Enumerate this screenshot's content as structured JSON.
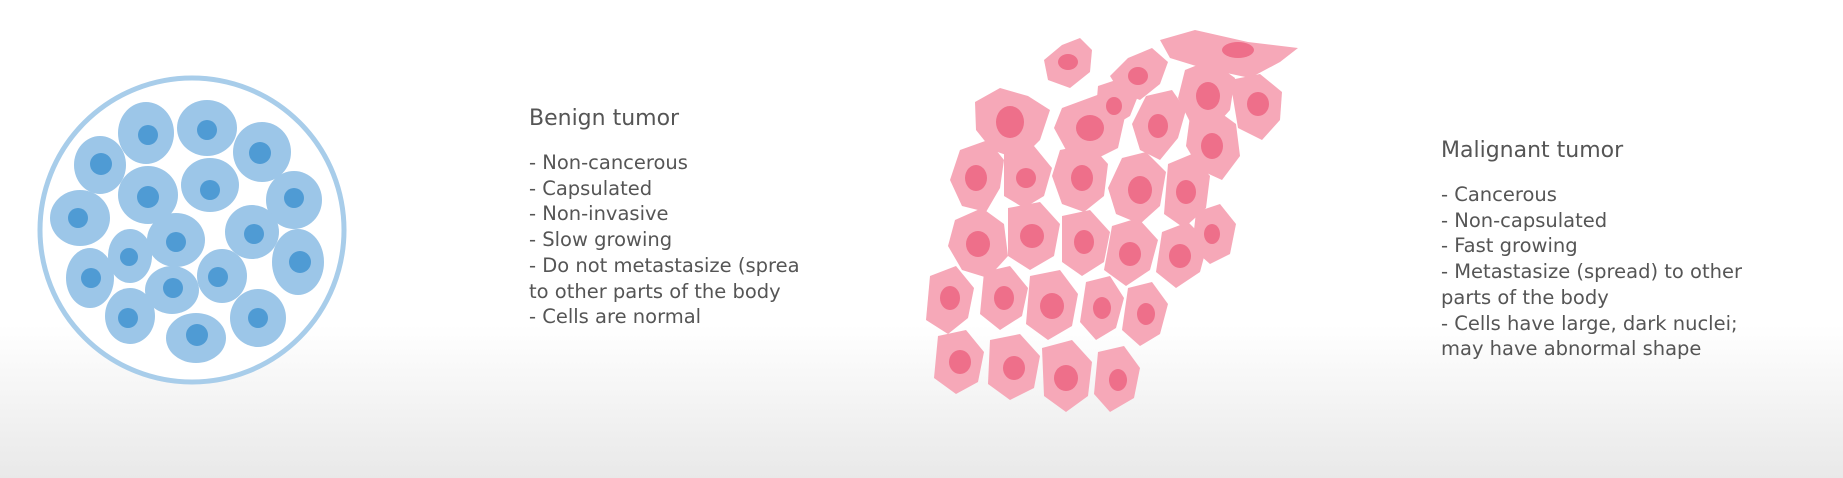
{
  "benign": {
    "heading": "Benign tumor",
    "items": [
      "- Non-cancerous",
      "- Capsulated",
      "- Non-invasive",
      "- Slow growing",
      "- Do not metastasize (sprea",
      "to other parts of the body",
      "- Cells are normal"
    ]
  },
  "malignant": {
    "heading": "Malignant tumor",
    "items": [
      "- Cancerous",
      "- Non-capsulated",
      "- Fast growing",
      "- Metastasize (spread) to other parts of the body",
      "- Cells have large, dark nuclei; may have abnormal shape"
    ]
  },
  "colors": {
    "benign_capsule": "#a8cdea",
    "benign_cell": "#9cc6e8",
    "benign_nucleus": "#4f9bd4",
    "malignant_cell": "#f6a8b8",
    "malignant_nucleus": "#ee6f8a",
    "text": "#555555"
  }
}
